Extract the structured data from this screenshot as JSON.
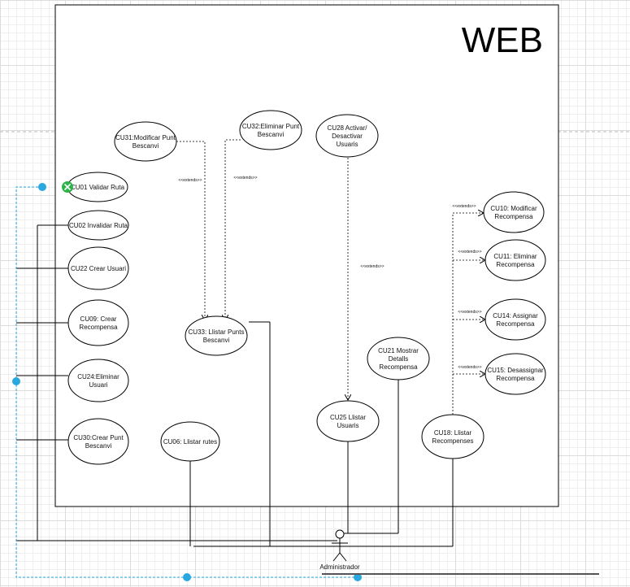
{
  "diagram": {
    "system_title": "WEB",
    "actor_label": "Administrador",
    "extend_label": "<<extends>>",
    "use_cases": [
      {
        "id": "cu31",
        "lines": [
          "CU31:Modificar Punt",
          "Bescanvi"
        ]
      },
      {
        "id": "cu32",
        "lines": [
          "CU32:Eliminar Punt",
          "Bescanvi"
        ]
      },
      {
        "id": "cu28",
        "lines": [
          "CU28 Activar/",
          "Desactivar",
          "Usuaris"
        ]
      },
      {
        "id": "cu01",
        "lines": [
          "CU01 Validar Ruta"
        ]
      },
      {
        "id": "cu02",
        "lines": [
          "CU02 Invalidar Ruta"
        ]
      },
      {
        "id": "cu22",
        "lines": [
          "CU22 Crear Usuari"
        ]
      },
      {
        "id": "cu09",
        "lines": [
          "CU09: Crear",
          "Recompensa"
        ]
      },
      {
        "id": "cu24",
        "lines": [
          "CU24:Eliminar",
          "Usuari"
        ]
      },
      {
        "id": "cu30",
        "lines": [
          "CU30:Crear Punt",
          "Bescanvi"
        ]
      },
      {
        "id": "cu06",
        "lines": [
          "CU06: Llistar rutes"
        ]
      },
      {
        "id": "cu33",
        "lines": [
          "CU33: Llistar Punts",
          "Bescanvi"
        ]
      },
      {
        "id": "cu21",
        "lines": [
          "CU21 Mostrar",
          "Detalls",
          "Recompensa"
        ]
      },
      {
        "id": "cu25",
        "lines": [
          "CU25 Llistar",
          "Usuaris"
        ]
      },
      {
        "id": "cu18",
        "lines": [
          "CU18: Llistar",
          "Recompenses"
        ]
      },
      {
        "id": "cu10",
        "lines": [
          "CU10: Modificar",
          "Recompensa"
        ]
      },
      {
        "id": "cu11",
        "lines": [
          "CU11: Eliminar",
          "Recompensa"
        ]
      },
      {
        "id": "cu14",
        "lines": [
          "CU14: Assignar",
          "Recompensa"
        ]
      },
      {
        "id": "cu15",
        "lines": [
          "CU15: Desassignar",
          "Recompensa"
        ]
      }
    ]
  },
  "colors": {
    "selection": "#29a8e0",
    "error_marker": "#2cb34a",
    "line": "#000000",
    "boundary": "#000000"
  }
}
